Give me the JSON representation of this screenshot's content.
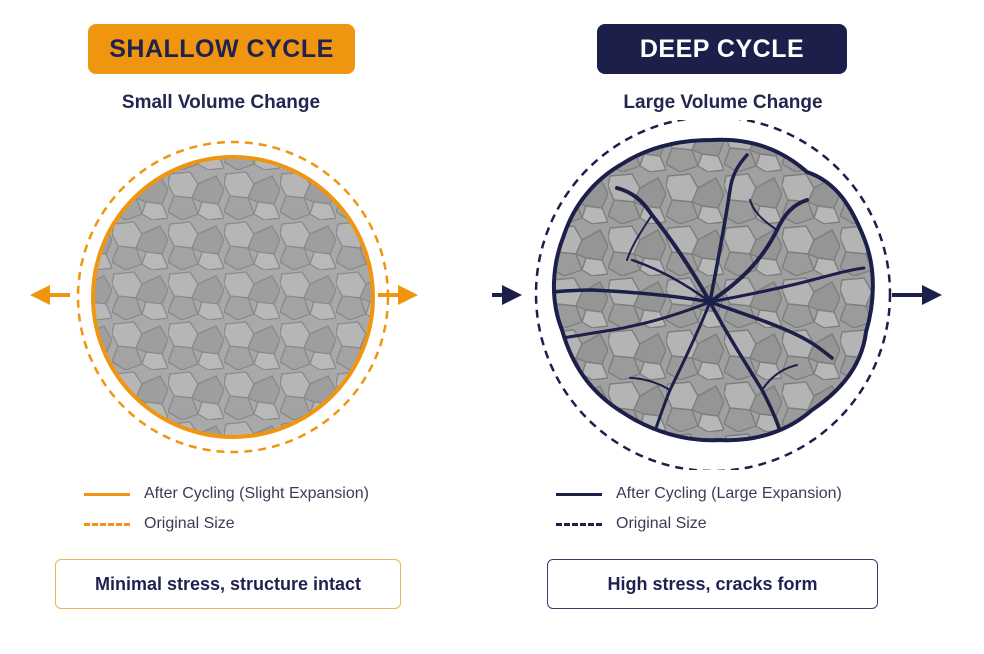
{
  "shallow": {
    "title": "SHALLOW CYCLE",
    "subtitle": "Small Volume Change",
    "legend_after": "After Cycling (Slight Expansion)",
    "legend_original": "Original Size",
    "callout": "Minimal stress, structure intact",
    "accent_color": "#f0950f",
    "arrow_icon": "outward-arrows"
  },
  "deep": {
    "title": "DEEP CYCLE",
    "subtitle": "Large Volume Change",
    "legend_after": "After Cycling (Large Expansion)",
    "legend_original": "Original Size",
    "callout": "High stress, cracks form",
    "accent_color": "#1c1f4a",
    "arrow_icon": "rightward-arrows"
  }
}
